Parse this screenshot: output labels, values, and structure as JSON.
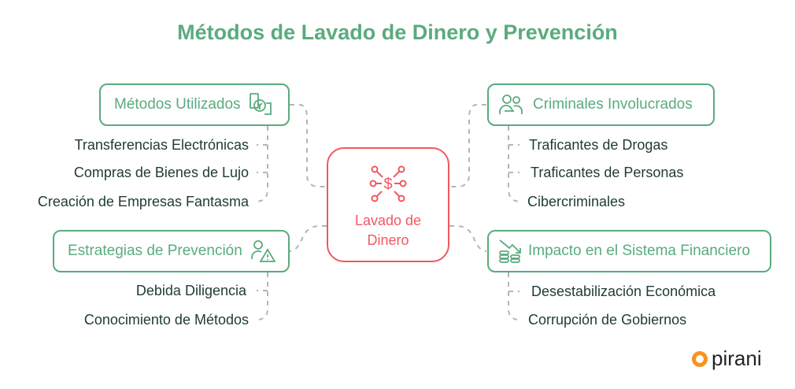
{
  "title": "Métodos de Lavado de Dinero y Prevención",
  "center": {
    "line1": "Lavado de",
    "line2": "Dinero",
    "icon": "money-network-icon"
  },
  "branches": {
    "methods": {
      "label": "Métodos Utilizados",
      "icon": "phone-money-icon",
      "items": [
        "Transferencias Electrónicas",
        "Compras de Bienes de Lujo",
        "Creación de Empresas Fantasma"
      ]
    },
    "criminals": {
      "label": "Criminales Involucrados",
      "icon": "people-icon",
      "items": [
        "Traficantes de Drogas",
        "Traficantes de Personas",
        "Cibercriminales"
      ]
    },
    "prevention": {
      "label": "Estrategias de Prevención",
      "icon": "person-warning-icon",
      "items": [
        "Debida Diligencia",
        "Conocimiento de Métodos"
      ]
    },
    "impact": {
      "label": "Impacto en el Sistema Financiero",
      "icon": "coins-down-icon",
      "items": [
        "Desestabilización Económica",
        "Corrupción de Gobiernos"
      ]
    }
  },
  "logo": {
    "text": "pirani"
  },
  "colors": {
    "green": "#5aab7e",
    "red": "#f0595f",
    "text": "#1f3a36",
    "line": "#b5b5b5"
  }
}
